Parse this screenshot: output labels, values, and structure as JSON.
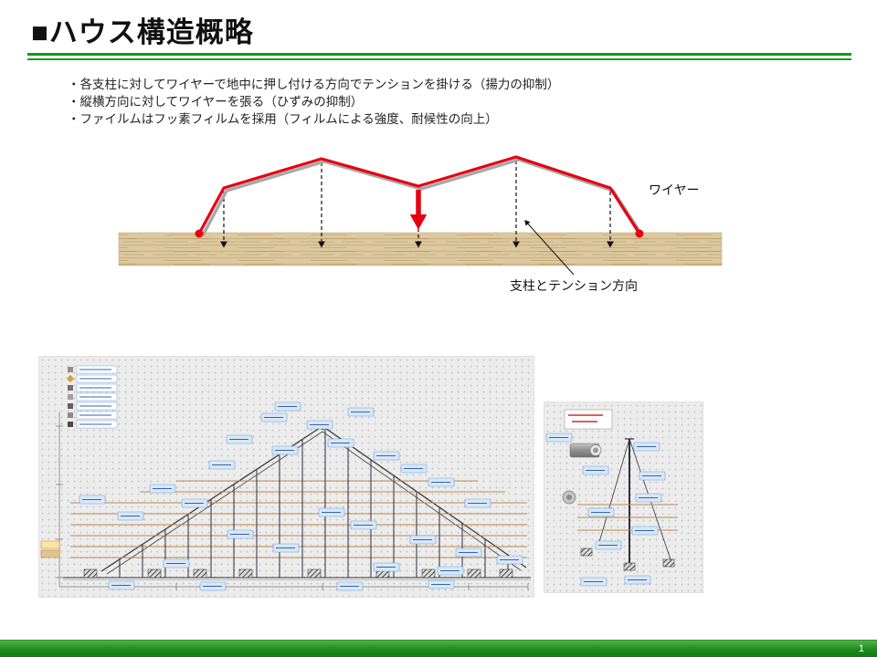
{
  "slide": {
    "title": "■ハウス構造概略",
    "page_number": "1"
  },
  "bullets": [
    "・各支柱に対してワイヤーで地中に押し付ける方向でテンションを掛ける（揚力の抑制）",
    "・縦横方向に対してワイヤーを張る（ひずみの抑制）",
    "・ファイルムはフッ素フィルムを採用（フィルムによる強度、耐候性の向上）"
  ],
  "schematic": {
    "labels": {
      "wire": "ワイヤー",
      "tension_direction": "支柱とテンション方向"
    }
  },
  "colors": {
    "accent_green": "#169616",
    "wire_red": "#e60012",
    "frame_gray": "#a8a8a8",
    "ground_tan": "#ddc9a0",
    "rail_tan": "#c08948",
    "label_blue": "#d8e7f7"
  }
}
